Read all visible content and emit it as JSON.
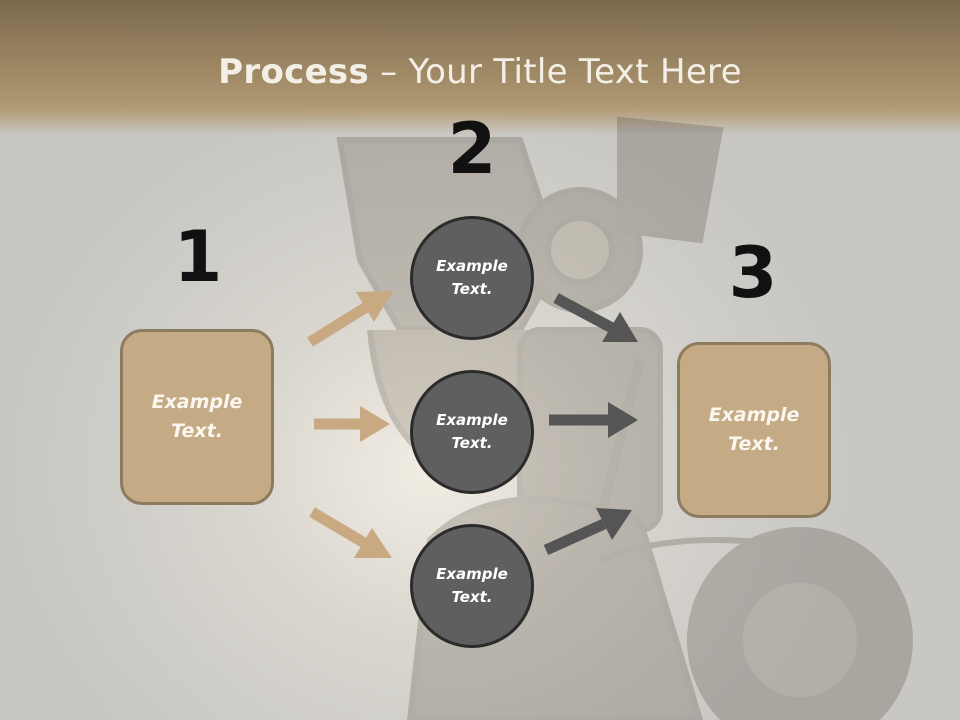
{
  "title": {
    "bold": "Process",
    "rest": " – Your Title Text Here"
  },
  "steps": {
    "one": "1",
    "two": "2",
    "three": "3"
  },
  "left_box": {
    "text": "Example\nText."
  },
  "right_box": {
    "text": "Example\nText."
  },
  "circles": [
    {
      "text": "Example\nText."
    },
    {
      "text": "Example\nText."
    },
    {
      "text": "Example\nText."
    }
  ],
  "colors": {
    "header": "#a08a66",
    "box_fill": "#c4ab86",
    "circle_fill": "#5f5f5f",
    "tan_arrow": "#c9a981",
    "dark_arrow": "#555555"
  }
}
